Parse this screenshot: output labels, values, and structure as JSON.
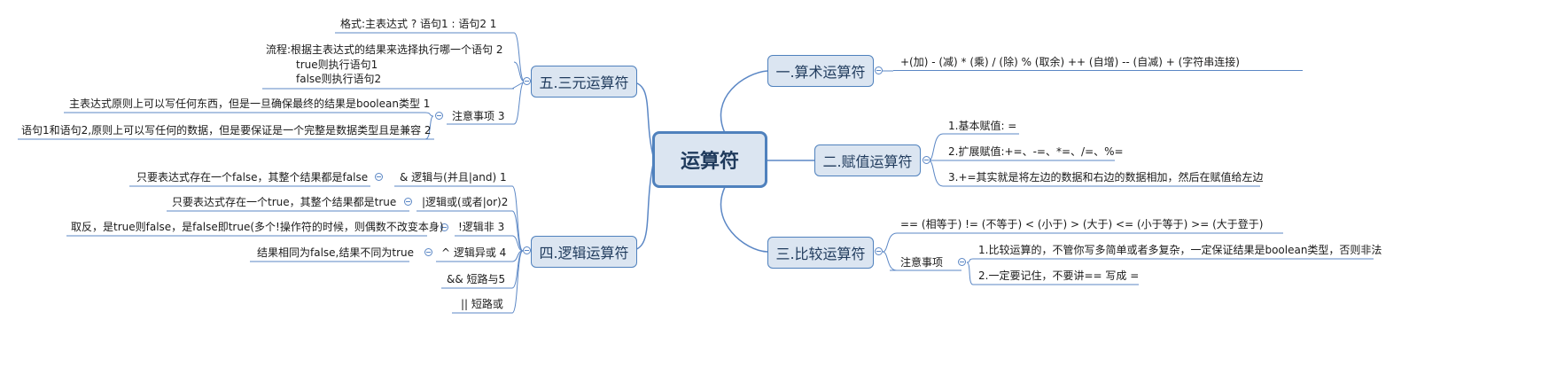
{
  "root": {
    "label": "运算符"
  },
  "branches": {
    "arith": {
      "label": "一.算术运算符",
      "items": [
        "+(加)  -  (减) * (乘) / (除)  % (取余)  ++ (自增)  -- (自减) + (字符串连接)"
      ]
    },
    "assign": {
      "label": "二.赋值运算符",
      "items": [
        "1.基本赋值: =",
        "2.扩展赋值:+=、-=、*=、/=、%=",
        "3.+=其实就是将左边的数据和右边的数据相加，然后在赋值给左边"
      ]
    },
    "compare": {
      "label": "三.比较运算符",
      "items": [
        "== (相等于)  != (不等于)  <  (小于)  >  (大于) <= (小于等于)  >= (大于登于)"
      ],
      "note": {
        "label": "注意事项",
        "items": [
          "1.比较运算的，不管你写多简单或者多复杂，一定保证结果是boolean类型，否则非法",
          "2.一定要记住，不要讲== 写成 ="
        ]
      }
    },
    "logic": {
      "label": "四.逻辑运算符",
      "items": [
        {
          "label": "& 逻辑与(并且|and)  1",
          "detail": "只要表达式存在一个false，其整个结果都是false"
        },
        {
          "label": "|逻辑或(或者|or)2",
          "detail": "只要表达式存在一个true，其整个结果都是true"
        },
        {
          "label": "!逻辑非 3",
          "detail": "取反，是true则false，是false即true(多个!操作符的时候，则偶数不改变本身)"
        },
        {
          "label": "^ 逻辑异或 4",
          "detail": "结果相同为false,结果不同为true"
        },
        {
          "label": "&& 短路与5"
        },
        {
          "label": "|| 短路或"
        }
      ]
    },
    "ternary": {
      "label": "五.三元运算符",
      "format": "格式:主表达式 ? 语句1 : 语句2    1",
      "flow": {
        "line1": "流程:根据主表达式的结果来选择执行哪一个语句    2",
        "line2": "true则执行语句1",
        "line3": "false则执行语句2"
      },
      "note": {
        "label": "注意事项 3",
        "items": [
          "主表达式原则上可以写任何东西，但是一旦确保最终的结果是boolean类型 1",
          "语句1和语句2,原则上可以写任何的数据，但是要保证是一个完整是数据类型且是兼容 2"
        ]
      }
    }
  },
  "colors": {
    "line": "#5b87c5",
    "nodeFill": "#dbe5f1",
    "nodeBorder": "#4f81bd"
  }
}
